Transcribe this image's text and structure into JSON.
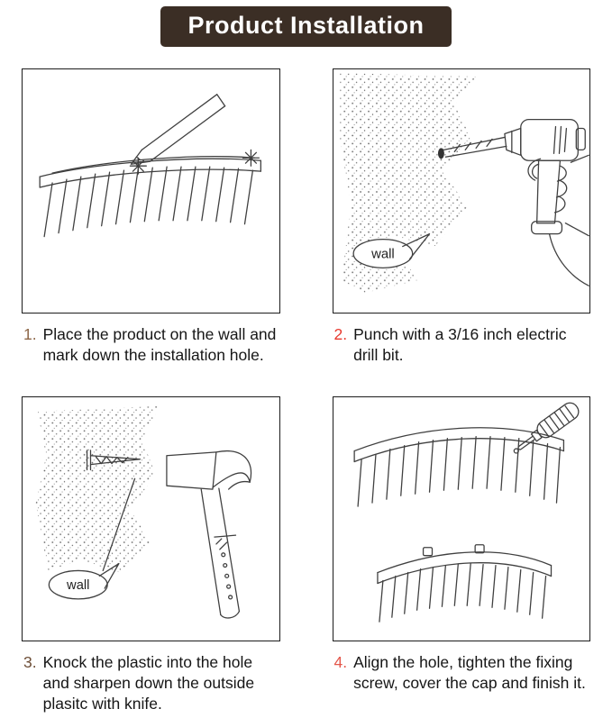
{
  "header": {
    "title": "Product Installation",
    "bg_style": "background:#3b2e25;color:#ffffff"
  },
  "colors": {
    "banner_bg": "#3b2e25",
    "ink": "#404040",
    "step_number_colors": [
      "#8d6748",
      "#e8392e",
      "#6d4e37",
      "#e4574b"
    ]
  },
  "labels": {
    "wall": "wall"
  },
  "steps": [
    {
      "num": "1.",
      "num_style": "color:#8d6748",
      "text": "Place the product on the wall and mark down the installation hole."
    },
    {
      "num": "2.",
      "num_style": "color:#e8392e",
      "text": "Punch with a 3/16 inch electric drill bit."
    },
    {
      "num": "3.",
      "num_style": "color:#6d4e37",
      "text": "Knock the plastic into the hole and sharpen down the outside plasitc with knife."
    },
    {
      "num": "4.",
      "num_style": "color:#e4574b",
      "text": "Align the hole, tighten the fixing screw, cover the cap and finish it."
    }
  ]
}
